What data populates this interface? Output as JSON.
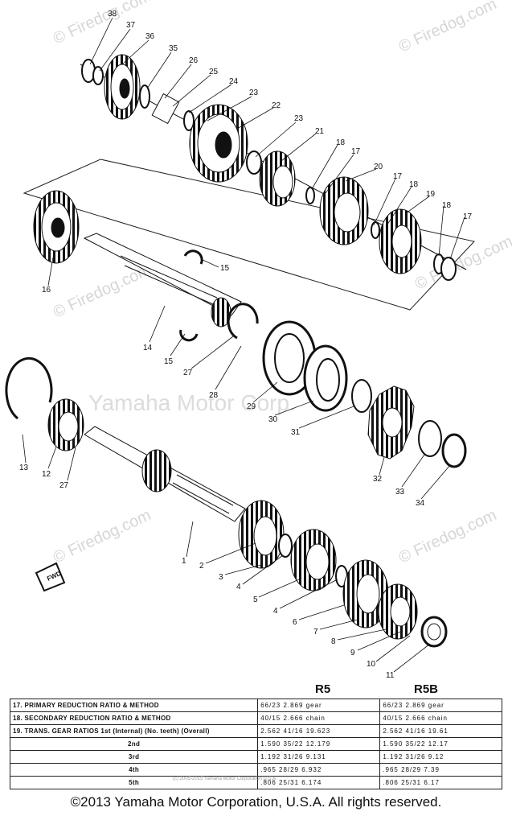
{
  "watermark": {
    "text": "© Firedog.com",
    "center_text": "Yamaha Motor Corp."
  },
  "diagram": {
    "fwd_label": "FWD",
    "callouts": [
      "38",
      "37",
      "36",
      "35",
      "26",
      "25",
      "24",
      "23",
      "22",
      "23",
      "21",
      "18",
      "17",
      "20",
      "17",
      "18",
      "19",
      "18",
      "17",
      "16",
      "15",
      "14",
      "15",
      "27",
      "28",
      "29",
      "30",
      "31",
      "32",
      "33",
      "34",
      "13",
      "12",
      "27",
      "1",
      "2",
      "3",
      "4",
      "5",
      "4",
      "6",
      "7",
      "8",
      "9",
      "10",
      "11"
    ]
  },
  "table": {
    "col_headers": [
      "R5",
      "R5B"
    ],
    "rows": [
      {
        "label": "17.  PRIMARY REDUCTION RATIO & METHOD",
        "r5": "66/23  2.869  gear",
        "r5b": "66/23  2.869  gear"
      },
      {
        "label": "18.  SECONDARY REDUCTION RATIO & METHOD",
        "r5": "40/15  2.666  chain",
        "r5b": "40/15  2.666  chain"
      },
      {
        "label": "19.  TRANS. GEAR RATIOS 1st (Internal) (No. teeth) (Overall)",
        "r5": "2.562  41/16  19.623",
        "r5b": "2.562  41/16  19.61"
      },
      {
        "label": "2nd",
        "r5": "1.590  35/22  12.179",
        "r5b": "1.590  35/22  12.17"
      },
      {
        "label": "3rd",
        "r5": "1.192  31/26  9.131",
        "r5b": "1.192  31/26  9.12"
      },
      {
        "label": "4th",
        "r5": ".965  28/29  6.932",
        "r5b": ".965  28/29  7.39"
      },
      {
        "label": "5th",
        "r5": ".806  25/31  6.174",
        "r5b": ".806  25/31  6.17"
      }
    ]
  },
  "fine_print": "(c) 2005-2015 Yamaha Motor Corporation U.S.A.",
  "copyright": "©2013 Yamaha Motor Corporation, U.S.A. All rights reserved."
}
